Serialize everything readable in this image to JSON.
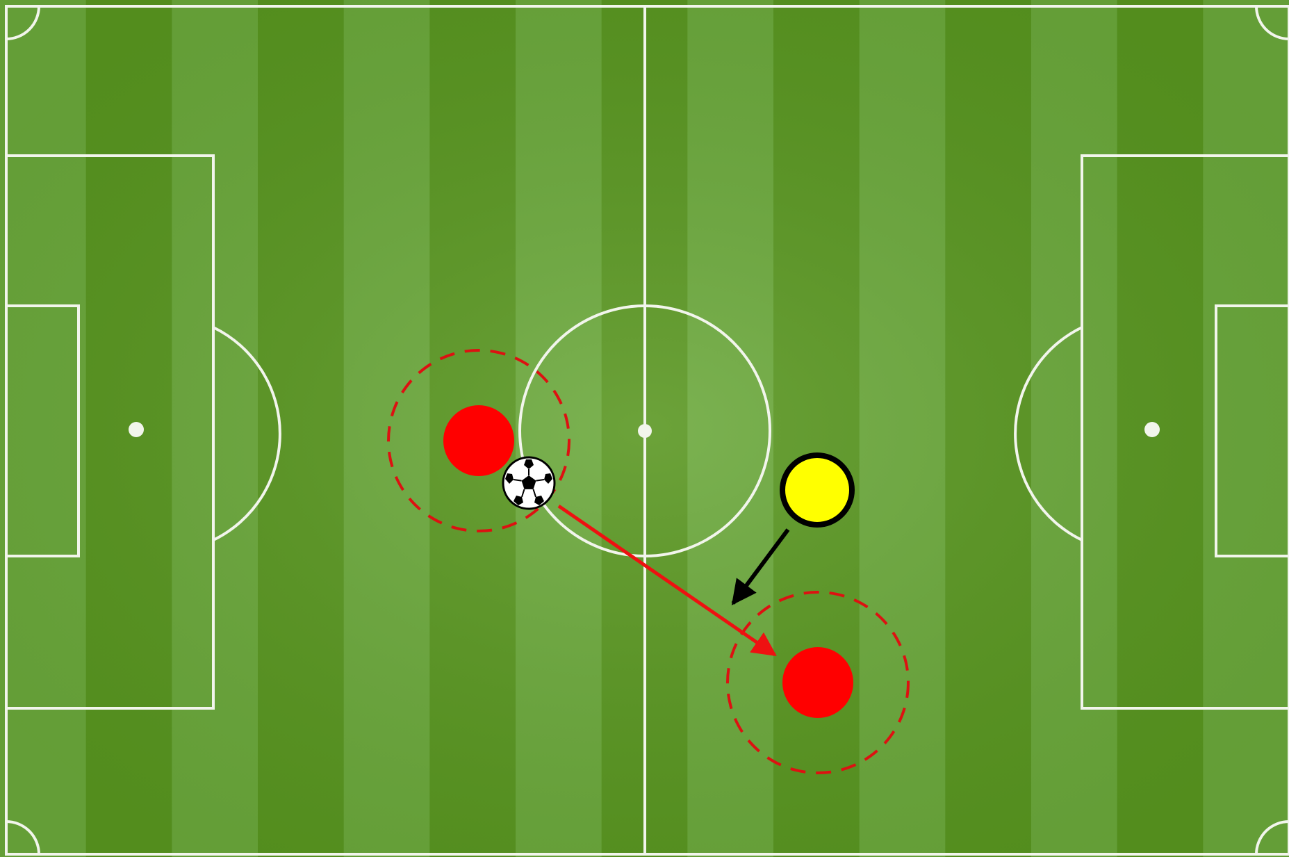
{
  "colors": {
    "stripe_light": "#6aa83a",
    "stripe_dark": "#58961f",
    "lines": "#f2f5ec",
    "attacker": "#ff0000",
    "defender_fill": "#ffff00",
    "defender_outline": "#000000",
    "pass_arrow": "#ee1111",
    "defender_arrow": "#000000",
    "pressure_ring": "#dd1111"
  },
  "elements": {
    "attackers": [
      "attacker-with-ball",
      "attacker-receiver"
    ],
    "defenders": [
      "defender-yellow"
    ],
    "ball": "soccer-ball",
    "arrows": [
      "pass-arrow",
      "defender-press-arrow"
    ]
  }
}
